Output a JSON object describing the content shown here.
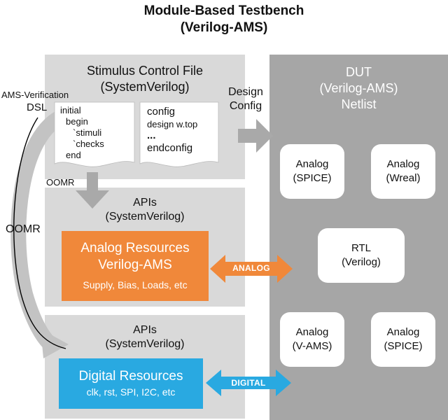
{
  "title": {
    "line1": "Module-Based Testbench",
    "line2": "(Verilog-AMS)"
  },
  "stimulus": {
    "title_line1": "Stimulus Control File",
    "title_line2": "(SystemVerilog)",
    "dsl_label_line1": "AMS-Verification",
    "dsl_label_line2": "DSL",
    "doc1_lines": [
      "initial",
      "begin",
      "`stimuli",
      "`checks",
      "end"
    ],
    "doc2_lines": [
      "config",
      "design w.top",
      "...",
      "endconfig"
    ]
  },
  "design_config": {
    "line1": "Design",
    "line2": "Config"
  },
  "oomr_upper": "OOMR",
  "oomr_left": "OOMR",
  "apis_upper": {
    "line1": "APIs",
    "line2": "(SystemVerilog)"
  },
  "apis_lower": {
    "line1": "APIs",
    "line2": "(SystemVerilog)"
  },
  "analog_resources": {
    "line1": "Analog Resources",
    "line2": "Verilog-AMS",
    "line3": "Supply, Bias, Loads, etc",
    "color": "#f0883a"
  },
  "digital_resources": {
    "line1": "Digital Resources",
    "line2": "clk, rst, SPI, I2C, etc",
    "color": "#29a9e1"
  },
  "analog_link": "ANALOG",
  "digital_link": "DIGITAL",
  "dut": {
    "title_line1": "DUT",
    "title_line2": "(Verilog-AMS)",
    "title_line3": "Netlist",
    "nodes": [
      {
        "line1": "Analog",
        "line2": "(SPICE)"
      },
      {
        "line1": "Analog",
        "line2": "(Wreal)"
      },
      {
        "line1": "RTL",
        "line2": "(Verilog)"
      },
      {
        "line1": "Analog",
        "line2": "(V-AMS)"
      },
      {
        "line1": "Analog",
        "line2": "(SPICE)"
      }
    ]
  }
}
